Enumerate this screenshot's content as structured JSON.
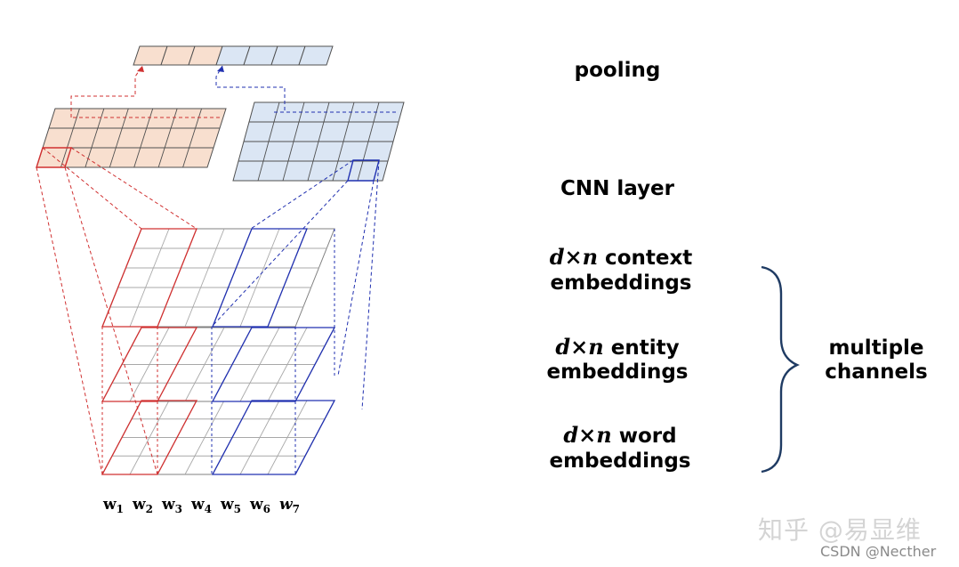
{
  "labels": {
    "pooling": "pooling",
    "cnn_layer": "CNN layer",
    "context_var": "d×n",
    "context_rest": " context",
    "context_line2": "embeddings",
    "entity_var": "d×n",
    "entity_rest": " entity",
    "entity_line2": "embeddings",
    "word_var": "d×n",
    "word_rest": " word",
    "word_line2": "embeddings",
    "multiple_line1": "multiple",
    "multiple_line2": "channels"
  },
  "words": [
    {
      "base": "w",
      "sub": "1"
    },
    {
      "base": "w",
      "sub": "2"
    },
    {
      "base": "w",
      "sub": "3"
    },
    {
      "base": "w",
      "sub": "4"
    },
    {
      "base": "w",
      "sub": "5"
    },
    {
      "base": "w",
      "sub": "6"
    },
    {
      "base": "w",
      "sub": "7"
    }
  ],
  "watermark": {
    "zhihu": "知乎 @易显维",
    "csdn": "CSDN @Necther"
  },
  "colors": {
    "red": "#d03030",
    "blue": "#2030b0",
    "salmon_fill": "#f8dfcf",
    "blue_fill": "#dbe6f4",
    "grid": "#a8a8a8",
    "dark": "#505050",
    "brace": "#1f3b63"
  }
}
